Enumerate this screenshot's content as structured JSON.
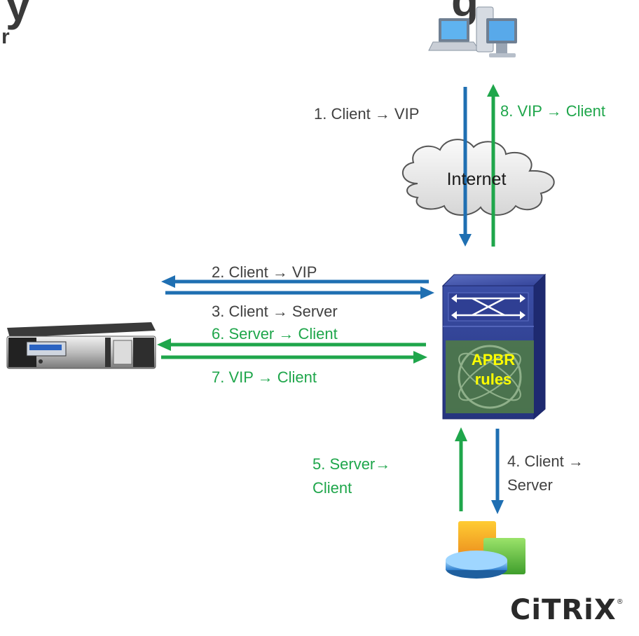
{
  "title_fragments": {
    "line1": "y",
    "line1_right": "g",
    "line2": "r"
  },
  "labels": {
    "client_to_vip_1": "1. Client → VIP",
    "vip_to_client_8": "8.  VIP → Client",
    "internet": "Internet",
    "client_to_vip_2": "2. Client → VIP",
    "client_to_server_3": "3. Client → Server",
    "server_to_client_6": "6. Server → Client",
    "vip_to_client_7": "7. VIP → Client",
    "apbr_line1": "APBR",
    "apbr_line2": "rules",
    "server_to_client_5_line1": "5. Server→",
    "server_to_client_5_line2": "Client",
    "client_to_server_4_line1": "4. Client →",
    "client_to_server_4_line2": "Server"
  },
  "logo": {
    "text": "CiTRiX",
    "mark": "®"
  },
  "colors": {
    "blue_flow": "#1f6fb2",
    "green_flow": "#1fa64b",
    "label_gray": "#404040",
    "switch_blue": "#2c3c8c",
    "apbr_text": "#ffff00"
  },
  "icons": [
    "client-computers-icon",
    "internet-cloud-icon",
    "netscaler-appliance-icon",
    "network-switch-icon",
    "server-application-icon"
  ]
}
